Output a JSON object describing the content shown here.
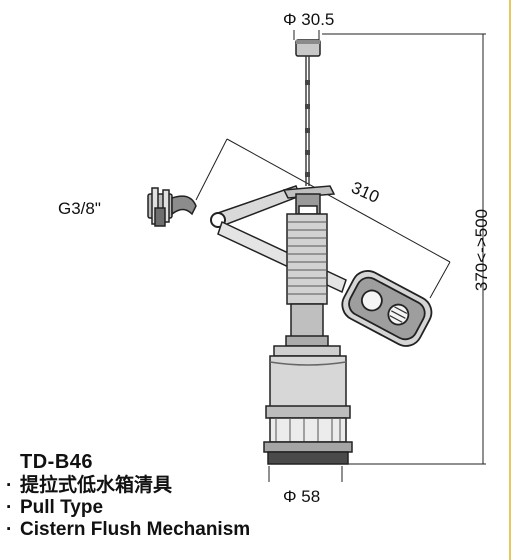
{
  "dimensions": {
    "top_diameter": "Φ 30.5",
    "bottom_diameter": "Φ 58",
    "inlet_thread": "G3/8\"",
    "arm_length": "310",
    "height_range": "370<->500"
  },
  "product": {
    "model": "TD-B46",
    "features": [
      "提拉式低水箱清具",
      "Pull Type",
      "Cistern Flush Mechanism"
    ]
  }
}
